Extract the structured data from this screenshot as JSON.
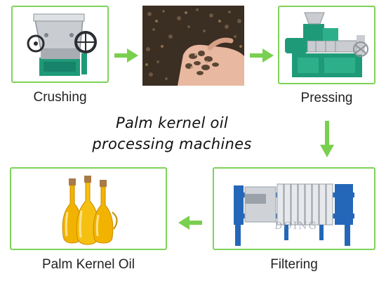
{
  "title": {
    "line1": "Palm kernel oil",
    "line2": "processing machines"
  },
  "steps": [
    {
      "label": "Crushing",
      "image": "crushing-machine-icon"
    },
    {
      "label": "",
      "image": "palm-kernel-in-hand-photo"
    },
    {
      "label": "Pressing",
      "image": "oil-press-machine-icon"
    },
    {
      "label": "Filtering",
      "image": "filter-press-machine-icon"
    },
    {
      "label": "Palm Kernel Oil",
      "image": "oil-bottles-icon"
    }
  ],
  "watermark": "DOING",
  "colors": {
    "box_border": "#7ed35a",
    "arrow": "#79cf4e",
    "machine_green": "#1f9a78",
    "machine_grey": "#c9ccd0",
    "filter_blue": "#2467b8",
    "oil": "#f2b300"
  },
  "flow": [
    "Crushing",
    "photo",
    "Pressing",
    "Filtering",
    "Palm Kernel Oil"
  ]
}
